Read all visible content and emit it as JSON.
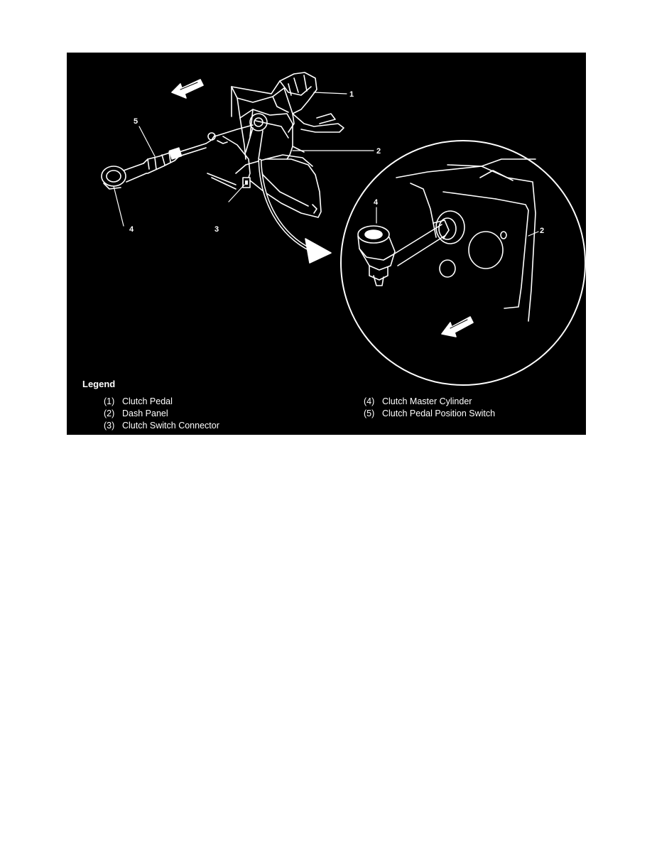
{
  "callouts": {
    "c1": "1",
    "c2a": "2",
    "c2b": "2",
    "c3": "3",
    "c4a": "4",
    "c4b": "4",
    "c5": "5"
  },
  "legend": {
    "title": "Legend",
    "items": [
      {
        "num": "(1)",
        "label": "Clutch Pedal"
      },
      {
        "num": "(2)",
        "label": "Dash Panel"
      },
      {
        "num": "(3)",
        "label": "Clutch Switch Connector"
      },
      {
        "num": "(4)",
        "label": "Clutch Master Cylinder"
      },
      {
        "num": "(5)",
        "label": "Clutch Pedal Position Switch"
      }
    ]
  },
  "colors": {
    "background": "#000000",
    "line": "#ffffff",
    "page": "#ffffff"
  }
}
